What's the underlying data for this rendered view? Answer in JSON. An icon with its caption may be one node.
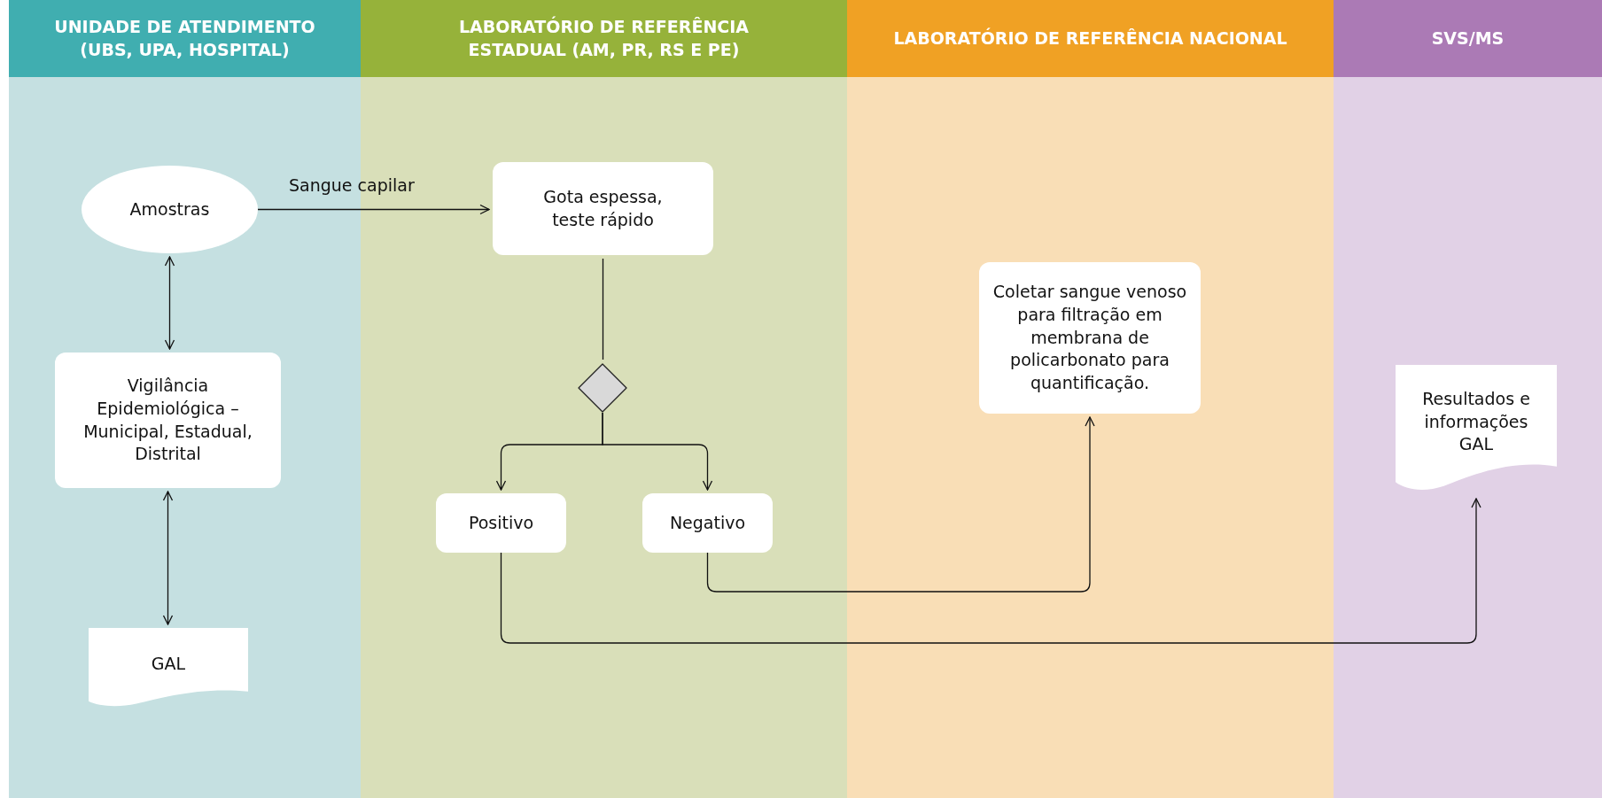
{
  "diagram": {
    "nodes": [
      {
        "text": [
          "UNIDADE DE ATENDIMENTO (UBS, UPA, HOSPITAL)"
        ]
      },
      {
        "text": [
          "LABORATÓRIO DE REFERÊNCIA ESTADUAL (AM, PR, RS E PE)"
        ]
      },
      {
        "text": [
          "LABORATÓRIO DE REFERÊNCIA NACIONAL"
        ]
      },
      {
        "text": [
          "SVS/MS"
        ]
      },
      {
        "text": [
          "Amostras"
        ],
        "in": 0
      },
      {
        "text": [
          "Vigilância Epidemiológica – Municipal, Estadual, Distrital"
        ],
        "in": 0
      },
      {
        "text": [
          "GAL"
        ],
        "in": 0
      },
      {
        "text": [
          "Gota espessa, teste rápido"
        ],
        "in": 1
      },
      {
        "text": [],
        "shape": "diamond",
        "in": 1
      },
      {
        "text": [
          "Positivo"
        ],
        "in": 1
      },
      {
        "text": [
          "Negativo"
        ],
        "in": 1
      },
      {
        "text": [
          "Coletar sangue venoso para filtração em membrana de policarbonato para quantificação."
        ],
        "in": 2
      },
      {
        "text": [
          "Resultados e informações GAL"
        ],
        "in": 3
      }
    ],
    "edges": [
      {
        "from": 4,
        "to": 5,
        "arrow": "both"
      },
      {
        "from": 5,
        "to": 6,
        "arrow": "both"
      },
      {
        "from": 4,
        "to": 7,
        "arrow": "to",
        "label": "Sangue capilar"
      },
      {
        "from": 7,
        "to": 8,
        "arrow": "none"
      },
      {
        "from": 8,
        "to": 9,
        "arrow": "to"
      },
      {
        "from": 8,
        "to": 10,
        "arrow": "to"
      },
      {
        "from": 10,
        "to": 11,
        "arrow": "to"
      },
      {
        "from": 9,
        "to": 12,
        "arrow": "to"
      }
    ]
  }
}
